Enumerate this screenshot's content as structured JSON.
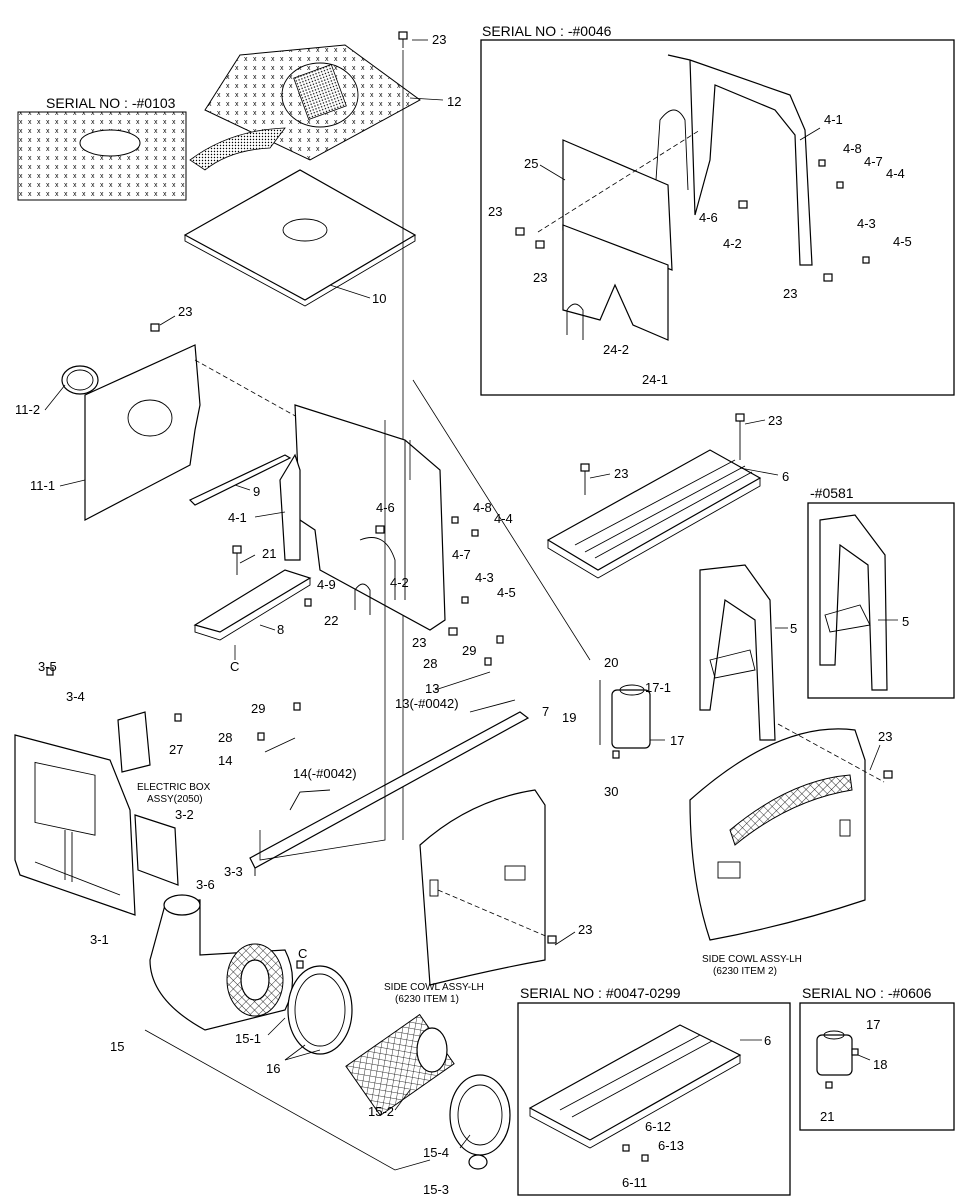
{
  "serials": {
    "s0103": "SERIAL NO : -#0103",
    "s0046": "SERIAL NO : -#0046",
    "s0581": "-#0581",
    "s0047": "SERIAL NO : #0047-0299",
    "s0606": "SERIAL NO : -#0606"
  },
  "notes": {
    "electric_box_1": "ELECTRIC BOX",
    "electric_box_2": "ASSY(2050)",
    "side_cowl_lh_1_a": "SIDE COWL ASSY-LH",
    "side_cowl_lh_1_b": "(6230 ITEM 1)",
    "side_cowl_lh_2_a": "SIDE COWL ASSY-LH",
    "side_cowl_lh_2_b": "(6230 ITEM 2)"
  },
  "labels": {
    "p23a": "23",
    "p12": "12",
    "p10": "10",
    "p23b": "23",
    "p11_2": "11-2",
    "p11_1": "11-1",
    "p9": "9",
    "p4_1": "4-1",
    "p4_6": "4-6",
    "p4_8": "4-8",
    "p4_4": "4-4",
    "p4_7": "4-7",
    "p4_2": "4-2",
    "p4_3": "4-3",
    "p4_5": "4-5",
    "p4_9": "4-9",
    "p21": "21",
    "p8": "8",
    "p22": "22",
    "pC1": "C",
    "p23c": "23",
    "p29a": "29",
    "p28a": "28",
    "p13": "13",
    "p13b": "13(-#0042)",
    "p7": "7",
    "p3_5": "3-5",
    "p3_4": "3-4",
    "p27": "27",
    "p29b": "29",
    "p28b": "28",
    "p14": "14",
    "p14b": "14(-#0042)",
    "p3_2": "3-2",
    "p3_3": "3-3",
    "p3_6": "3-6",
    "p3_1": "3-1",
    "pC2": "C",
    "p15_1": "15-1",
    "p15": "15",
    "p16": "16",
    "p15_2": "15-2",
    "p15_4": "15-4",
    "p15_3": "15-3",
    "p23d": "23",
    "p20": "20",
    "p17_1": "17-1",
    "p19": "19",
    "p17": "17",
    "p30": "30",
    "p23e": "23",
    "p23f": "23",
    "p6": "6",
    "p5": "5",
    "p5b": "5",
    "p23g": "23",
    "i25": "25",
    "i23a": "23",
    "i23b": "23",
    "i4_1": "4-1",
    "i4_8": "4-8",
    "i4_7": "4-7",
    "i4_4": "4-4",
    "i4_6": "4-6",
    "i4_2": "4-2",
    "i4_3": "4-3",
    "i4_5": "4-5",
    "i23c": "23",
    "i24_2": "24-2",
    "i24_1": "24-1",
    "b6": "6",
    "b6_12": "6-12",
    "b6_13": "6-13",
    "b6_11": "6-11",
    "b17": "17",
    "b18": "18",
    "b21": "21"
  }
}
